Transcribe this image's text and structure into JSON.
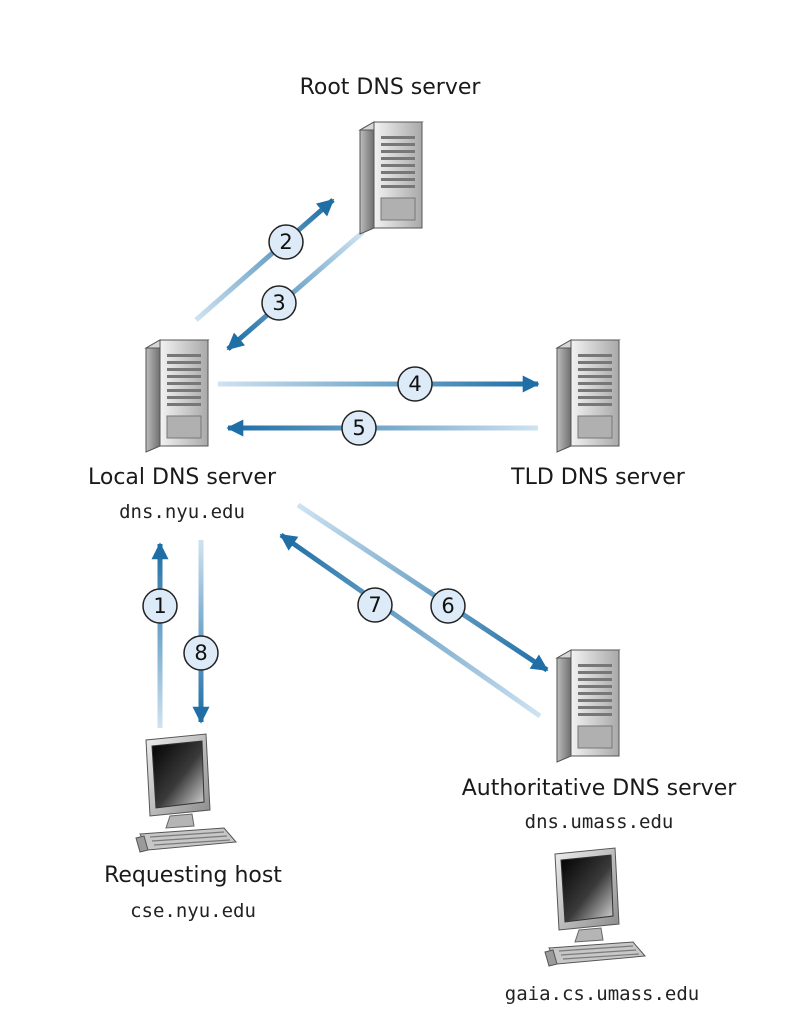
{
  "nodes": {
    "root": {
      "label": "Root DNS server"
    },
    "local": {
      "label": "Local DNS server",
      "hostname": "dns.nyu.edu"
    },
    "tld": {
      "label": "TLD DNS server"
    },
    "authoritative": {
      "label": "Authoritative DNS server",
      "hostname": "dns.umass.edu"
    },
    "requesting_host": {
      "label": "Requesting host",
      "hostname": "cse.nyu.edu"
    },
    "destination_host": {
      "hostname": "gaia.cs.umass.edu"
    }
  },
  "steps": [
    {
      "number": "1",
      "from": "requesting_host",
      "to": "local"
    },
    {
      "number": "2",
      "from": "local",
      "to": "root"
    },
    {
      "number": "3",
      "from": "root",
      "to": "local"
    },
    {
      "number": "4",
      "from": "local",
      "to": "tld"
    },
    {
      "number": "5",
      "from": "tld",
      "to": "local"
    },
    {
      "number": "6",
      "from": "local",
      "to": "authoritative"
    },
    {
      "number": "7",
      "from": "authoritative",
      "to": "local"
    },
    {
      "number": "8",
      "from": "local",
      "to": "requesting_host"
    }
  ],
  "colors": {
    "arrow_dark": "#1f6fa6",
    "arrow_light": "#cfe3f1",
    "badge_fill": "#dcebf7",
    "badge_stroke": "#222222"
  }
}
